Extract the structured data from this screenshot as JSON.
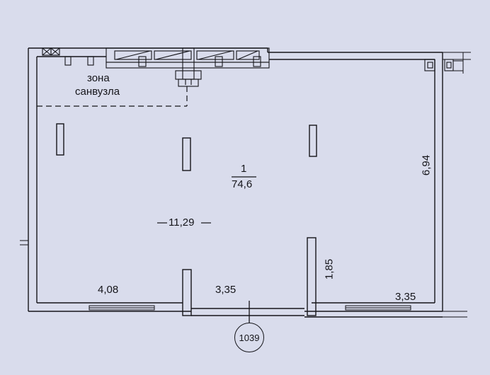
{
  "plan": {
    "zone_label_line1": "зона",
    "zone_label_line2": "санвузла",
    "room_number": "1",
    "room_area": "74,6",
    "dim_width": "11,29",
    "dim_height": "6,94",
    "dim_pier": "1,85",
    "dim_bottom_left": "4,08",
    "dim_bottom_mid": "3,35",
    "dim_bottom_right": "3,35",
    "unit_marker": "1039"
  },
  "colors": {
    "background": "#d9dcec",
    "ink": "#15151a"
  }
}
